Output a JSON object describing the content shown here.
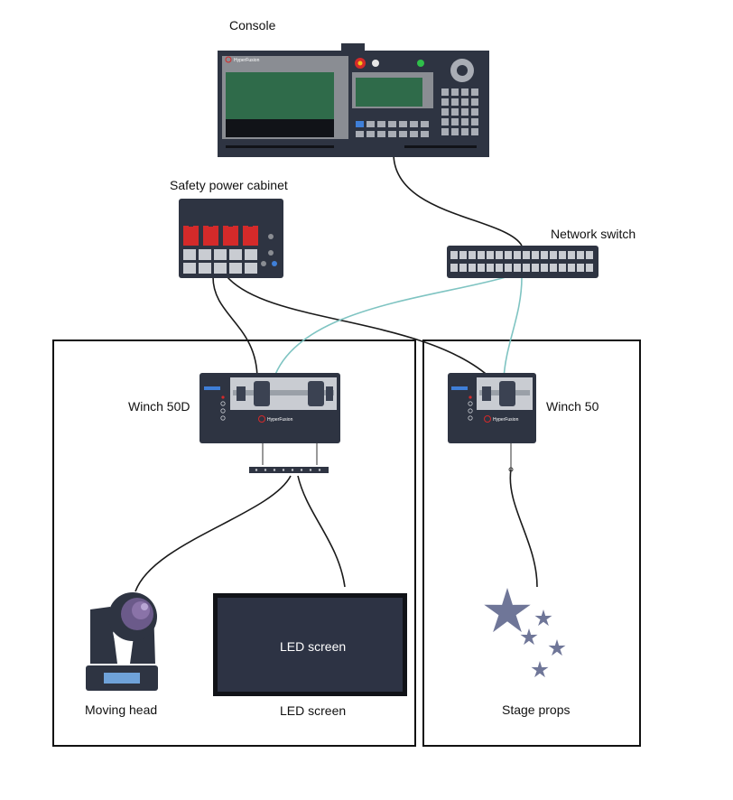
{
  "labels": {
    "console": "Console",
    "safety_cabinet": "Safety power cabinet",
    "network_switch": "Network switch",
    "winch_50d": "Winch 50D",
    "winch_50": "Winch 50",
    "moving_head": "Moving head",
    "led_screen_inner": "LED screen",
    "led_screen": "LED screen",
    "stage_props": "Stage props"
  },
  "brand_text": "HyperFusion",
  "colors": {
    "device_dark": "#2e3442",
    "device_panel": "#3b4252",
    "console_screen": "#2f6b4a",
    "socket_red": "#d42a2a",
    "data_cable": "#7fc4c2",
    "power_cable": "#1a1a1a",
    "led_screen": "#2d3344",
    "stars": "#6f7698",
    "screen_blue": "#6fa2d9"
  }
}
